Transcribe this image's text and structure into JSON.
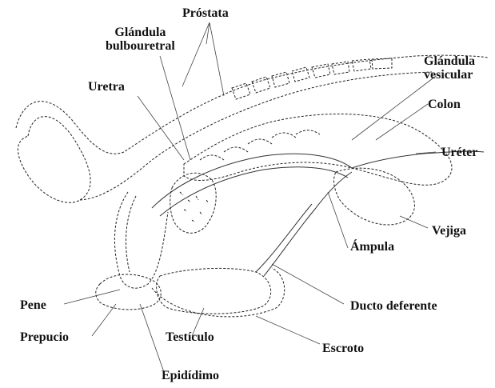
{
  "labels": {
    "prostata": "Próstata",
    "glandula_bulbouretral": [
      "Glándula",
      "bulbouretral"
    ],
    "uretra": "Uretra",
    "glandula_vesicular": [
      "Glándula",
      "vesicular"
    ],
    "colon": "Colon",
    "ureter": "Uréter",
    "vejiga": "Vejiga",
    "ampula": "Ámpula",
    "ducto_deferente": "Ducto deferente",
    "pene": "Pene",
    "prepucio": "Prepucio",
    "testiculo": "Testículo",
    "escroto": "Escroto",
    "epididimo": "Epidídimo"
  }
}
